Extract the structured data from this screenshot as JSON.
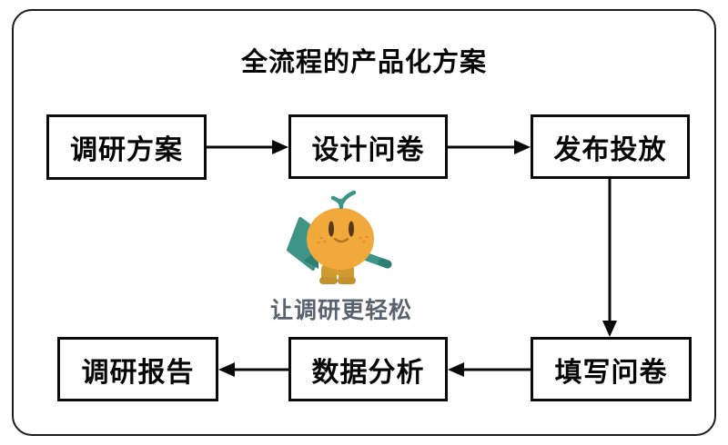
{
  "diagram": {
    "title": "全流程的产品化方案",
    "nodes": [
      {
        "id": "research-plan",
        "label": "调研方案"
      },
      {
        "id": "design-questionnaire",
        "label": "设计问卷"
      },
      {
        "id": "publish-distribute",
        "label": "发布投放"
      },
      {
        "id": "fill-questionnaire",
        "label": "填写问卷"
      },
      {
        "id": "data-analysis",
        "label": "数据分析"
      },
      {
        "id": "research-report",
        "label": "调研报告"
      }
    ],
    "edges": [
      {
        "from": "调研方案",
        "to": "设计问卷"
      },
      {
        "from": "设计问卷",
        "to": "发布投放"
      },
      {
        "from": "发布投放",
        "to": "填写问卷"
      },
      {
        "from": "填写问卷",
        "to": "数据分析"
      },
      {
        "from": "数据分析",
        "to": "调研报告"
      }
    ],
    "mascot": {
      "name": "orange-mascot",
      "tagline": "让调研更轻松"
    }
  },
  "colors": {
    "line_black": "#0a0a0a",
    "frame_border": "#1c1c1c",
    "mascot_orange": "#F2A93B",
    "mascot_teal": "#3E9587",
    "mascot_teal_dark": "#2E7F73",
    "mascot_boot": "#CF9A30",
    "tagline_gray": "#59626E"
  }
}
